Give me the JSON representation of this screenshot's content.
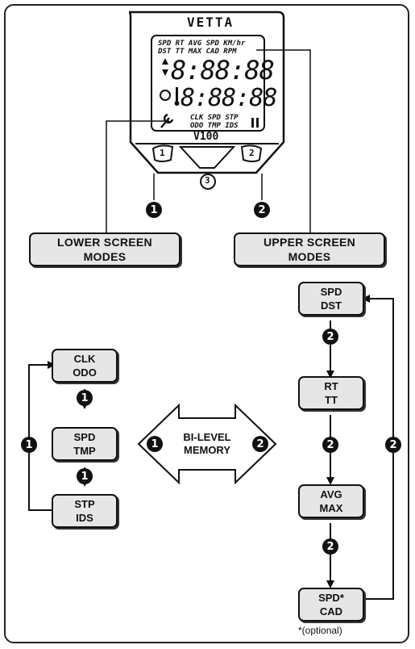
{
  "device": {
    "brand": "VETTA",
    "model": "V100",
    "lcd_top_labels_1": "SPD RT AVG SPD KM/hr",
    "lcd_top_labels_2": "DST TT MAX CAD  RPM",
    "upper_digits": "8:88:88",
    "lower_digits": "8:88:88",
    "lcd_bottom_labels_1": "CLK SPD STP",
    "lcd_bottom_labels_2": "ODO TMP IDS",
    "button_1": "1",
    "button_2": "2",
    "button_3": "3"
  },
  "labels": {
    "lower_screen_modes": [
      "LOWER SCREEN",
      "MODES"
    ],
    "upper_screen_modes": [
      "UPPER SCREEN",
      "MODES"
    ]
  },
  "lower_modes": [
    [
      "CLK",
      "ODO"
    ],
    [
      "SPD",
      "TMP"
    ],
    [
      "STP",
      "IDS"
    ]
  ],
  "upper_modes": [
    [
      "SPD",
      "DST"
    ],
    [
      "RT",
      "TT"
    ],
    [
      "AVG",
      "MAX"
    ],
    [
      "SPD*",
      "CAD"
    ]
  ],
  "memory": [
    "BI-LEVEL",
    "MEMORY"
  ],
  "badges": {
    "one": "1",
    "two": "2"
  },
  "footnote": "*(optional)"
}
